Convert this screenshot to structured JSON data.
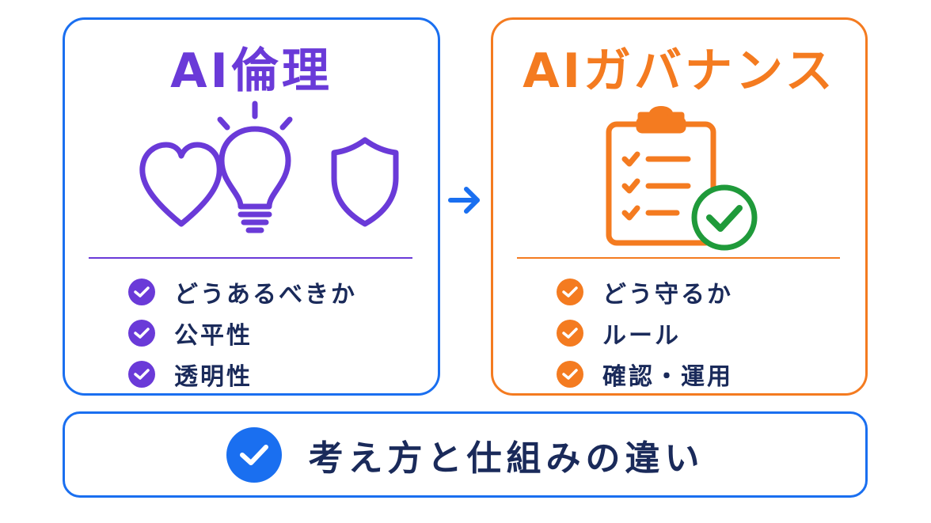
{
  "colors": {
    "ethics_accent": "#6a3ad8",
    "governance_accent": "#f47b20",
    "border_blue": "#1a6ff0",
    "check_green": "#1f9a3a",
    "text_dark": "#1a2a5a"
  },
  "ethics": {
    "title": "AI倫理",
    "icons": [
      "heart-icon",
      "lightbulb-icon",
      "shield-icon"
    ],
    "items": [
      "どうあるべきか",
      "公平性",
      "透明性"
    ]
  },
  "governance": {
    "title": "AIガバナンス",
    "icons": [
      "clipboard-checklist-icon",
      "check-badge-icon"
    ],
    "items": [
      "どう守るか",
      "ルール",
      "確認・運用"
    ]
  },
  "connector": {
    "icon": "arrow-right-icon"
  },
  "banner": {
    "icon": "check-circle-icon",
    "text": "考え方と仕組みの違い"
  }
}
